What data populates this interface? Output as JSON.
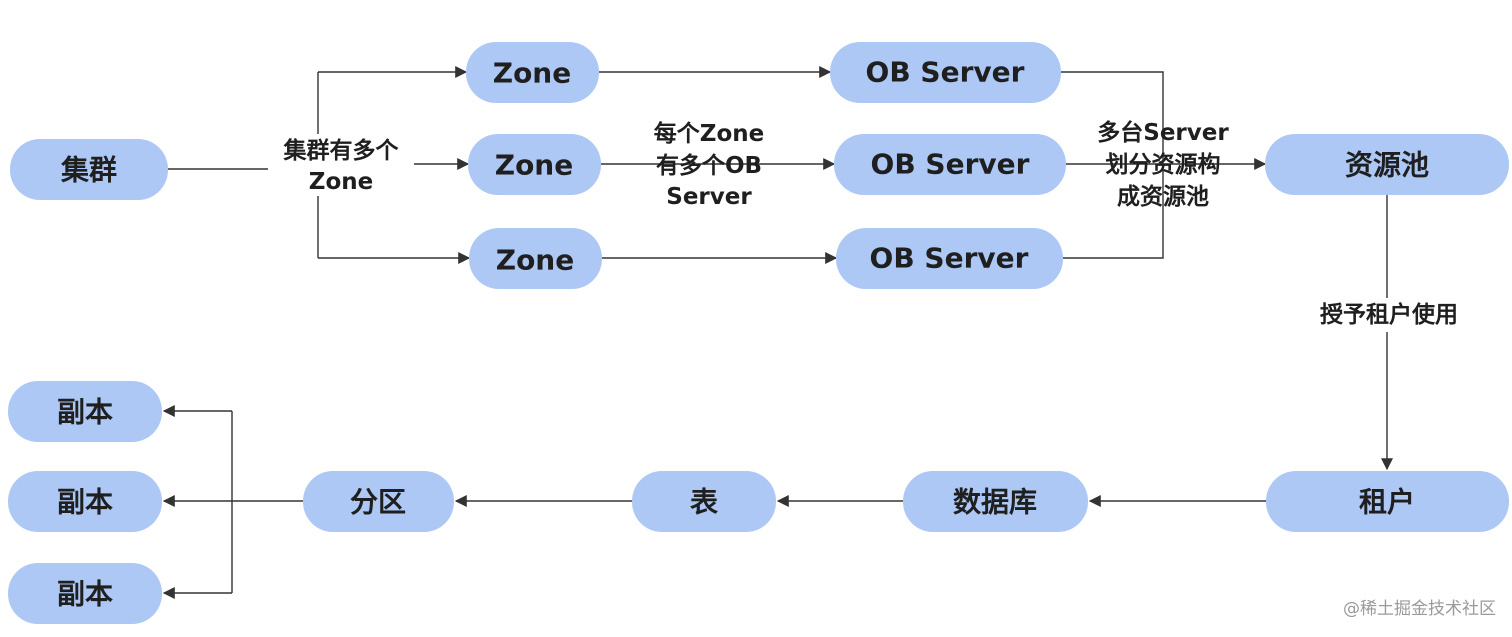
{
  "nodes": {
    "cluster": "集群",
    "zone_1": "Zone",
    "zone_2": "Zone",
    "zone_3": "Zone",
    "ob_server_1": "OB Server",
    "ob_server_2": "OB Server",
    "ob_server_3": "OB Server",
    "resource_pool": "资源池",
    "tenant": "租户",
    "database": "数据库",
    "table": "表",
    "partition": "分区",
    "replica_1": "副本",
    "replica_2": "副本",
    "replica_3": "副本"
  },
  "edge_labels": {
    "cluster_zones": [
      "集群有多个",
      "Zone"
    ],
    "zone_servers": [
      "每个Zone",
      "有多个OB",
      "Server"
    ],
    "servers_pool": [
      "多台Server",
      "划分资源构",
      "成资源池"
    ],
    "pool_tenant": "授予租户使用"
  },
  "watermark": "@稀土掘金技术社区",
  "colors": {
    "node_fill": "#adc8f5",
    "line": "#333333",
    "text": "#1f1f1f"
  }
}
